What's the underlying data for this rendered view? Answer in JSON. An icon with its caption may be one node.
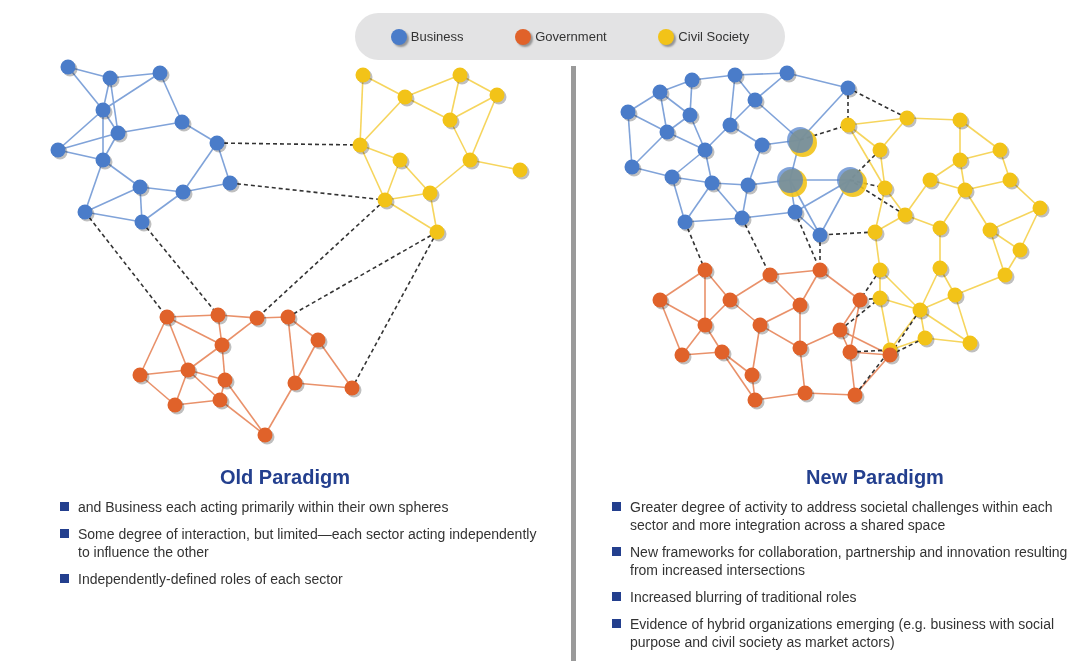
{
  "diagram": {
    "labels": [
      "Old Paradigm",
      "and Business each acting primarily within their own spheres",
      "Some degree of interaction, but limited—each sector acting independently to influence the other",
      "Independently-defined roles of each sector",
      "New Paradigm",
      "Greater degree of activity to address societal challenges within each sector and more integration across a shared space",
      "New frameworks for collaboration, partnership and innovation resulting from increased intersections",
      "Increased blurring of traditional roles",
      "Evidence of hybrid organizations emerging (e.g. business with social purpose and civil society as market actors)"
    ],
    "legend": [
      {
        "text": "Business",
        "color": "#4a7cc9"
      },
      {
        "text": "Government",
        "color": "#e0622a"
      },
      {
        "text": "Civil Society",
        "color": "#f2c318"
      }
    ]
  }
}
